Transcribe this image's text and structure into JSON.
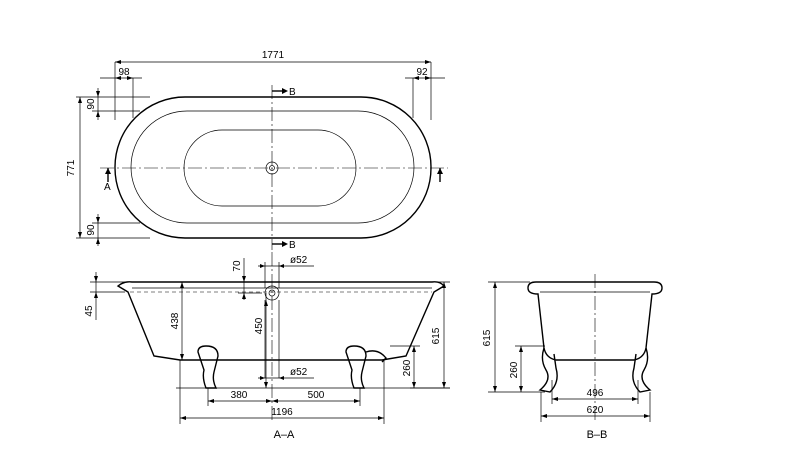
{
  "top_view": {
    "overall_length": "1771",
    "overall_width": "771",
    "rim_left": "98",
    "rim_right": "92",
    "rim_top": "90",
    "rim_bottom": "90",
    "section_marker": "B",
    "section_arrow_label": "A"
  },
  "section_aa": {
    "rim_height": "45",
    "inner_depth": "438",
    "waste_offset": "70",
    "waste_diameter_top": "ø52",
    "waste_height": "450",
    "overall_height": "615",
    "foot_height": "260",
    "waste_diameter_bottom": "ø52",
    "foot_to_center_left": "380",
    "foot_to_center_right": "500",
    "foot_span": "1196",
    "caption": "A–A"
  },
  "section_bb": {
    "overall_height": "615",
    "foot_height": "260",
    "inner_foot_span": "496",
    "outer_foot_span": "620",
    "caption": "B–B"
  }
}
